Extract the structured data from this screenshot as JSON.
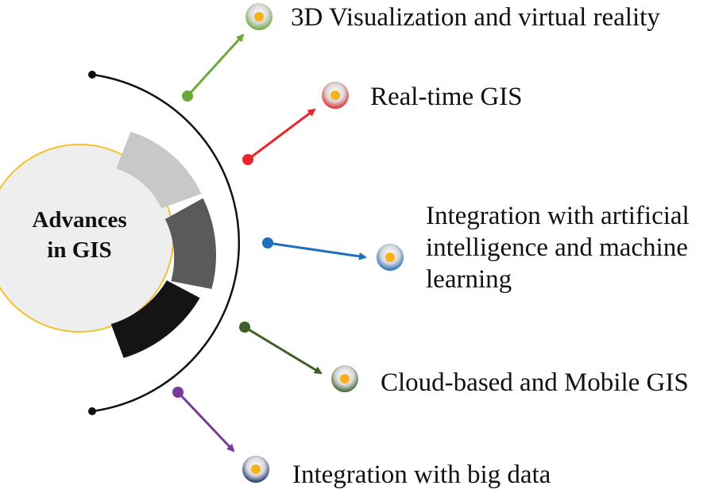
{
  "center": {
    "line1": "Advances",
    "line2": "in GIS"
  },
  "items": [
    {
      "label": "3D Visualization and virtual reality",
      "color": "#6aaa3a",
      "icon": "circle-bullet-icon"
    },
    {
      "label": "Real-time GIS",
      "color": "#e8262c",
      "icon": "circle-bullet-icon"
    },
    {
      "label": "Integration with artificial intelligence and machine learning",
      "color": "#1f6fbf",
      "icon": "circle-bullet-icon"
    },
    {
      "label": "Cloud-based and Mobile GIS",
      "color": "#3e5e2a",
      "icon": "circle-bullet-icon"
    },
    {
      "label": "Integration with big data",
      "color": "#7a3a9a",
      "icon": "circle-bullet-icon"
    }
  ],
  "colors": {
    "ring_outline": "#f2c12e",
    "bullet_center": "#f7b21b",
    "segment_light": "#c8c8c8",
    "segment_mid": "#5a5a5a",
    "segment_dark": "#141414",
    "arc": "#111111"
  }
}
